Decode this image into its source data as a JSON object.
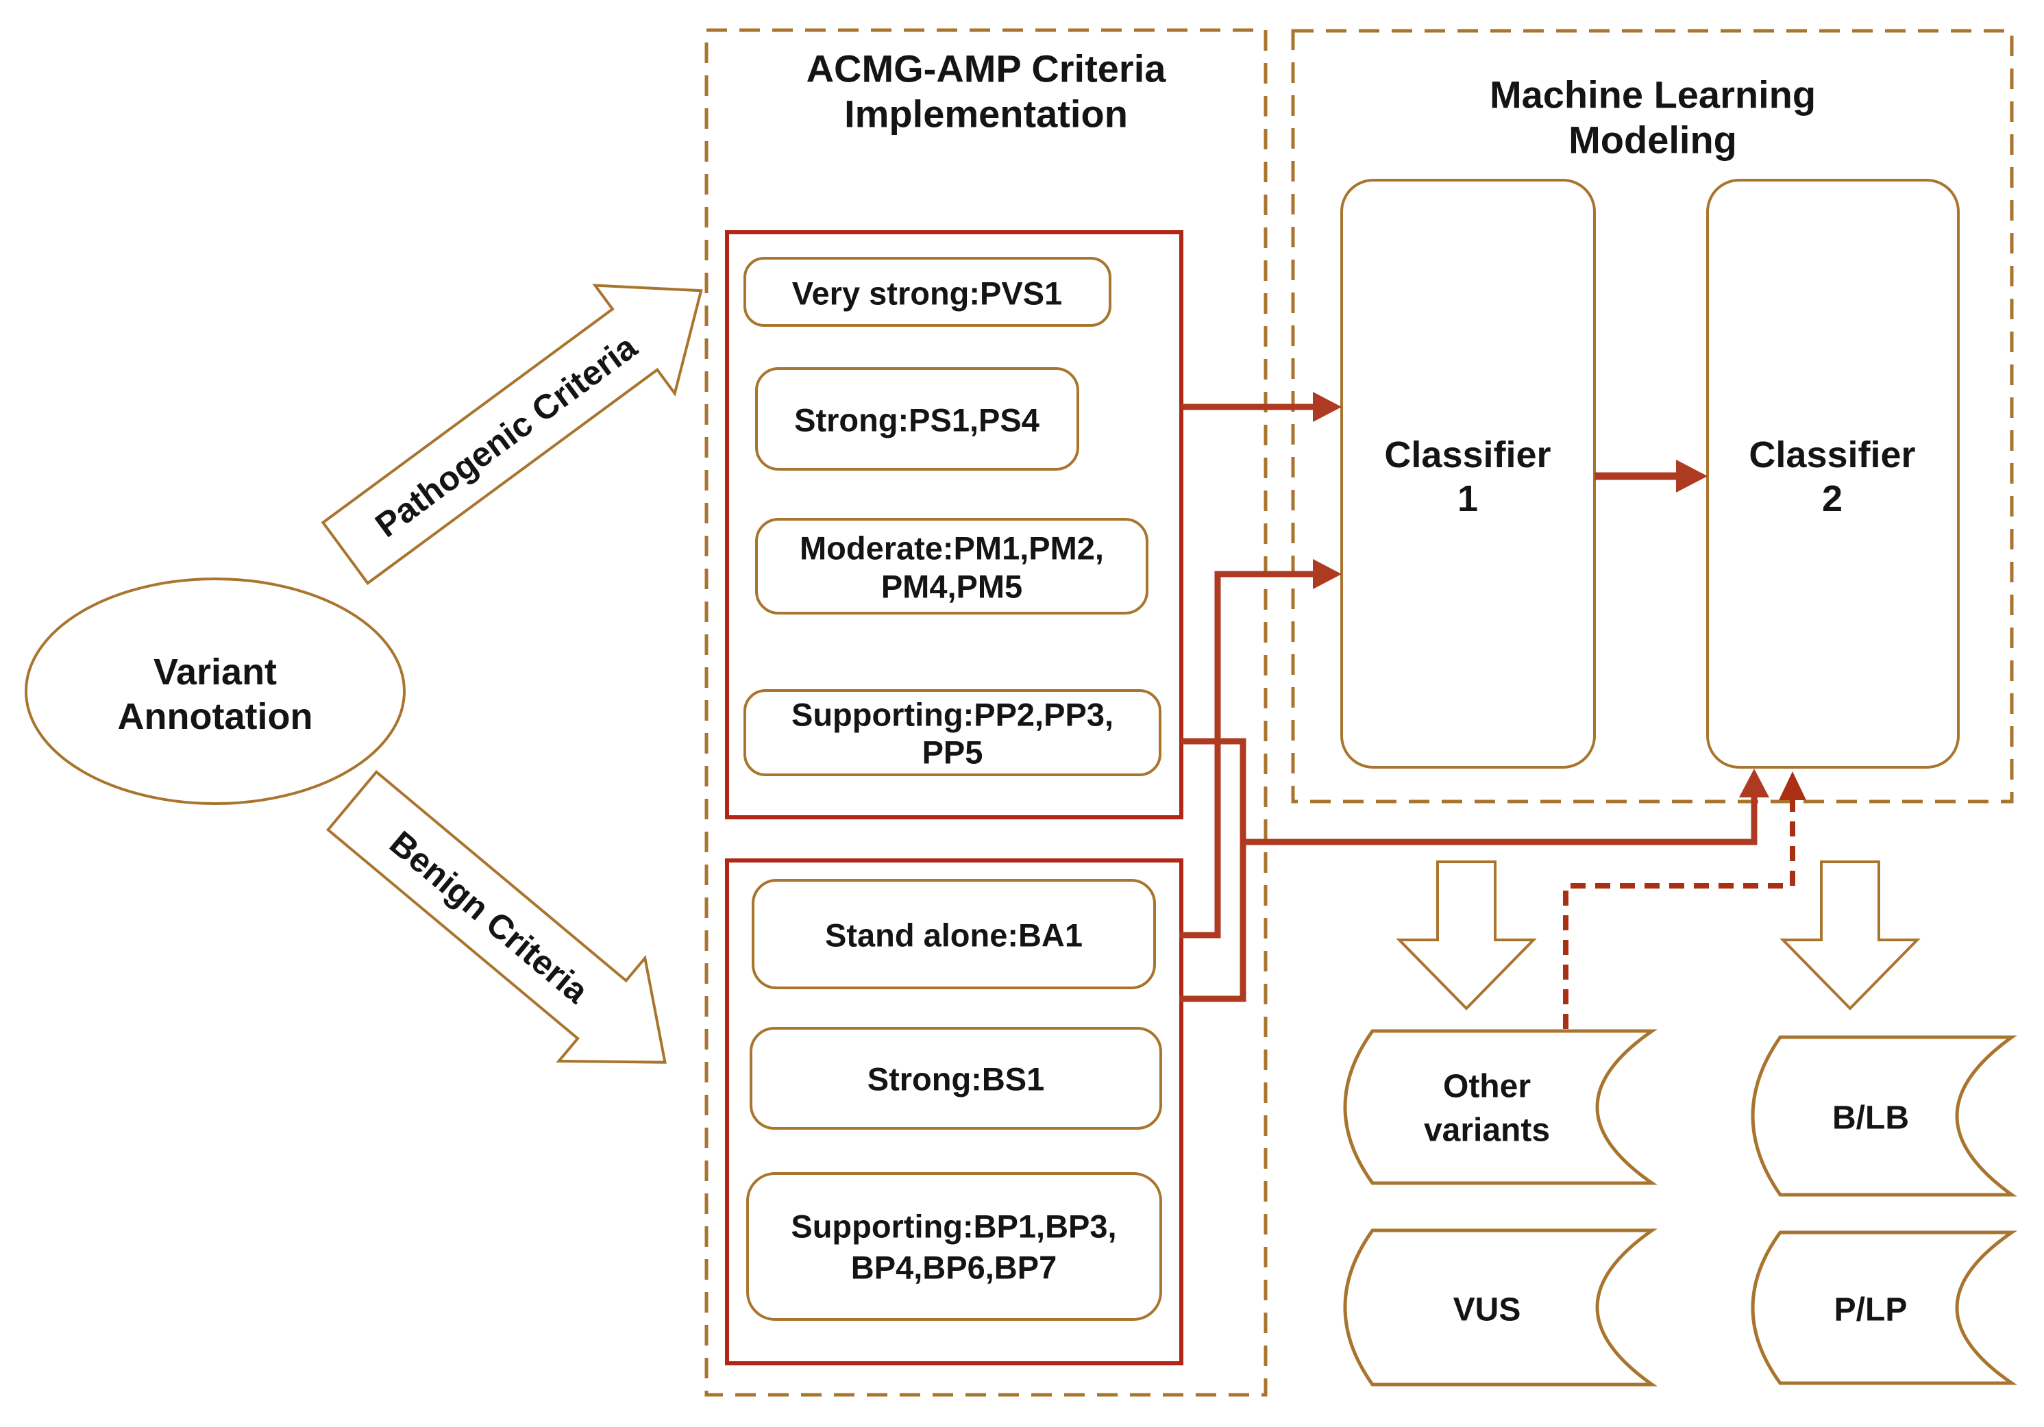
{
  "figure": {
    "type": "flow-diagram",
    "background": "#ffffff",
    "colors": {
      "outline_tan": "#a9752e",
      "criteria_box_red": "#b12717",
      "connector_red": "#ae3a21",
      "dashed_connector_red": "#a93012",
      "text": "#141414"
    },
    "variant_annotation": {
      "lines": [
        "Variant",
        "Annotation"
      ]
    },
    "pathogenic_arrow": {
      "label": "Pathogenic Criteria"
    },
    "benign_arrow": {
      "label": "Benign Criteria"
    },
    "acmg": {
      "title_lines": [
        "ACMG-AMP Criteria",
        "Implementation"
      ],
      "pathogenic_criteria": [
        {
          "lines": [
            "Very strong:PVS1"
          ]
        },
        {
          "lines": [
            "Strong:PS1,PS4"
          ]
        },
        {
          "lines": [
            "Moderate:PM1,PM2,",
            "PM4,PM5"
          ]
        },
        {
          "lines": [
            "Supporting:PP2,PP3,",
            "PP5"
          ]
        }
      ],
      "benign_criteria": [
        {
          "lines": [
            "Stand alone:BA1"
          ]
        },
        {
          "lines": [
            "Strong:BS1"
          ]
        },
        {
          "lines": [
            "Supporting:BP1,BP3,",
            "BP4,BP6,BP7"
          ]
        }
      ]
    },
    "ml": {
      "title_lines": [
        "Machine Learning",
        "Modeling"
      ],
      "classifier1_lines": [
        "Classifier",
        "1"
      ],
      "classifier2_lines": [
        "Classifier",
        "2"
      ]
    },
    "outputs": {
      "other_variants_lines": [
        "Other",
        "variants"
      ],
      "vus": "VUS",
      "blb": "B/LB",
      "plp": "P/LP"
    }
  }
}
